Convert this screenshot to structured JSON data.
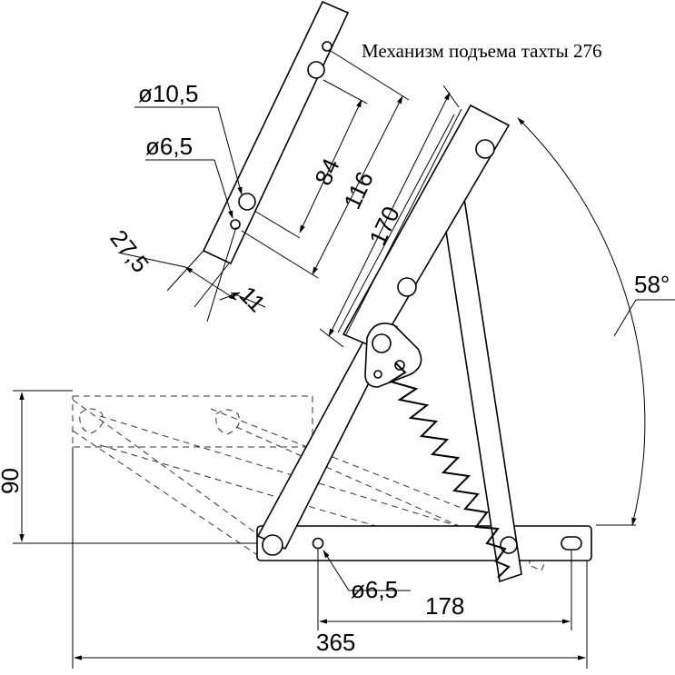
{
  "title": "Механизм подъема тахты 276",
  "dimensions": {
    "hole_large": "ø10,5",
    "hole_small": "ø6,5",
    "pitch_84": "84",
    "pitch_116": "116",
    "length_170": "170",
    "offset_27_5": "27,5",
    "offset_11": "11",
    "angle": "58°",
    "height_90": "90",
    "base_hole": "ø6,5",
    "length_178": "178",
    "length_365": "365"
  }
}
